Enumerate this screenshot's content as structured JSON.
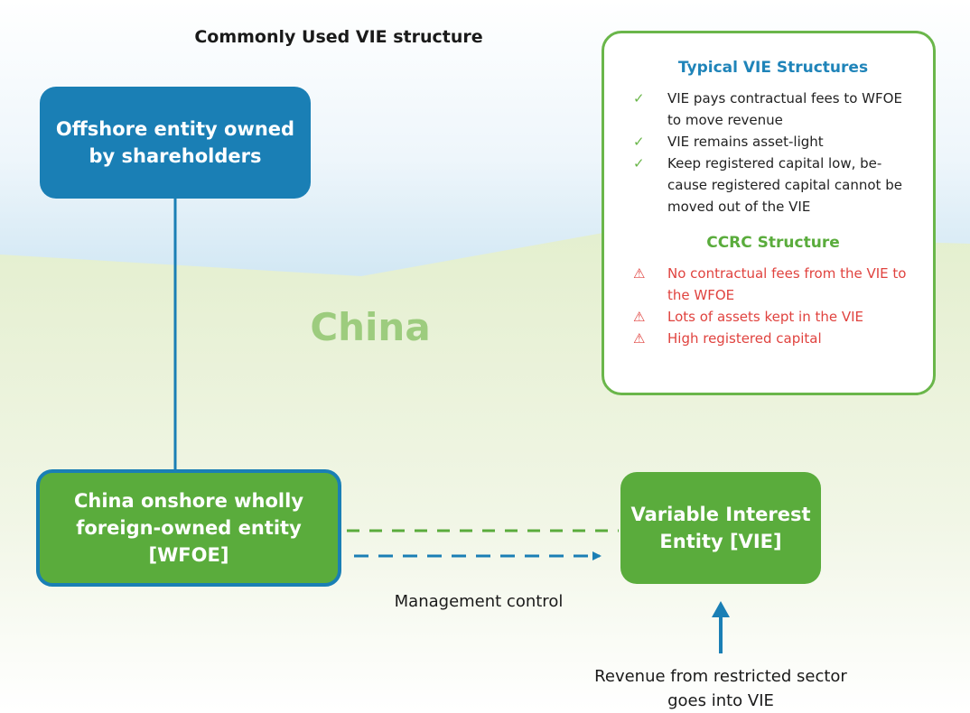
{
  "title": "Commonly Used VIE structure",
  "region_label": "China",
  "boxes": {
    "offshore": "Offshore entity owned by shareholders",
    "wfoe": "China onshore wholly foreign-owned entity [WFOE]",
    "vie": "Variable Interest Entity [VIE]"
  },
  "edges": {
    "management_control": "Management control",
    "revenue": "Revenue from restricted sector goes into VIE"
  },
  "panel": {
    "typical_heading": "Typical VIE Structures",
    "typical_items": [
      "VIE pays contractual fees to WFOE to move revenue",
      "VIE remains asset-light",
      "Keep registered capital low, be-cause registered capital cannot be moved out of the VIE"
    ],
    "ccrc_heading": "CCRC Structure",
    "ccrc_items": [
      "No contractual fees from the VIE to the WFOE",
      "Lots of assets kept in the VIE",
      "High registered capital"
    ]
  },
  "colors": {
    "blue": "#1a7fb5",
    "green": "#5aac3c",
    "china_label": "#9dcc7e",
    "warning_red": "#e0433f"
  },
  "icons": {
    "typical_marker": "checkmark-icon",
    "ccrc_marker": "warning-triangle-icon"
  }
}
